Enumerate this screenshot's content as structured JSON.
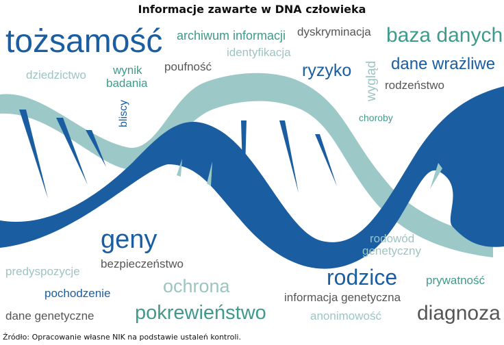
{
  "title": "Informacje zawarte w DNA człowieka",
  "source": "Źródło: Opracowanie własne NIK na podstawie ustaleń kontroli.",
  "colors": {
    "dark_blue": "#1a5ea1",
    "light_teal": "#9cc9c7",
    "teal_text": "#3f9a8b",
    "gray_text": "#555555",
    "light_teal_text": "#9cc5c2"
  },
  "words": {
    "tozsamosc": "tożsamość",
    "archiwum": "archiwum informacji",
    "dyskryminacja": "dyskryminacja",
    "baza_danych": "baza danych",
    "identyfikacja": "identyfikacja",
    "dziedzictwo": "dziedzictwo",
    "wynik": "wynik",
    "badania": "badania",
    "poufnosc": "poufność",
    "ryzyko": "ryzyko",
    "wyglad": "wygląd",
    "dane_wrazliwe": "dane wrażliwe",
    "rodzenstwo": "rodzeństwo",
    "bliscy": "bliscy",
    "choroby": "choroby",
    "dna": "DNA",
    "geny": "geny",
    "rodowod": "rodowód",
    "genetyczny": "genetyczny",
    "predyspozycje": "predyspozycje",
    "bezpieczenstwo": "bezpieczeństwo",
    "ochrona": "ochrona",
    "rodzice": "rodzice",
    "prywatnosc": "prywatność",
    "pochodzenie": "pochodzenie",
    "informacja_genetyczna": "informacja genetyczna",
    "dane_genetyczne": "dane genetyczne",
    "pokrewienstwo": "pokrewieństwo",
    "anonimowosc": "anonimowość",
    "diagnoza": "diagnoza"
  }
}
